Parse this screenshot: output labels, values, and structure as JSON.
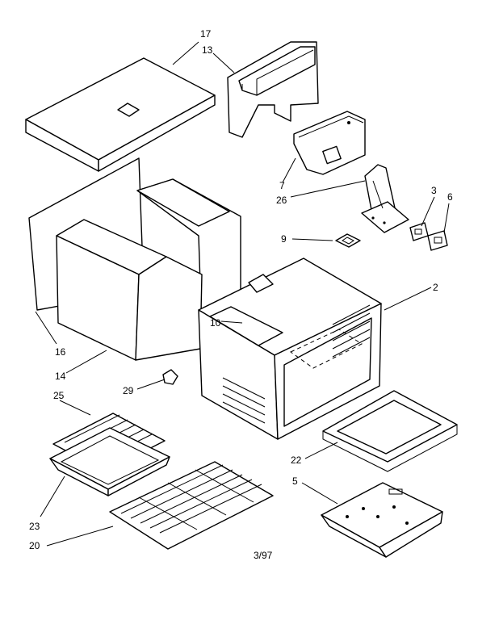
{
  "callouts": {
    "p17": "17",
    "p13": "13",
    "p7": "7",
    "p26": "26",
    "p3": "3",
    "p6": "6",
    "p9": "9",
    "p2": "2",
    "p10": "10",
    "p16": "16",
    "p14": "14",
    "p29": "29",
    "p25": "25",
    "p22": "22",
    "p5": "5",
    "p23": "23",
    "p20": "20"
  },
  "footer": {
    "date_code": "3/97"
  }
}
